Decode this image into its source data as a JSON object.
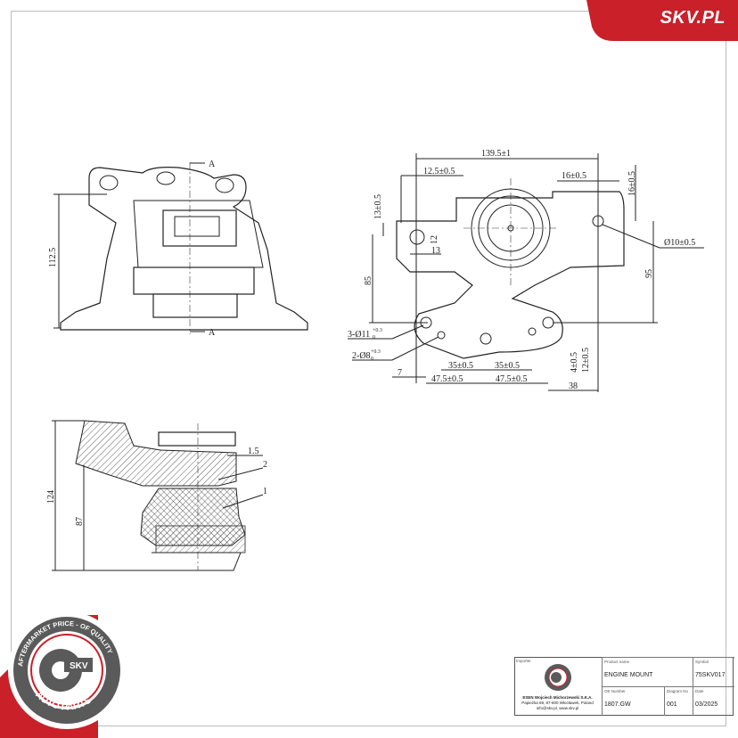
{
  "brand": {
    "site": "SKV.PL",
    "accent": "#d0202a",
    "gray": "#5a5a5a"
  },
  "logo": {
    "ring_top": "AFTERMARKET PRICE - OF QUALITY",
    "ring_bottom": "AUTO PARTS",
    "center": "SKV"
  },
  "front_view": {
    "section_mark": "A",
    "height": "112.5"
  },
  "top_view": {
    "overall_width": "139.5±1",
    "left_offset": "12.5±0.5",
    "right_offset": "16±0.5",
    "right_vertical": "16±0.5",
    "left_vertical": "13±0.5",
    "slot_height": "12",
    "slot_width": "13",
    "hole_dia": "Ø10±0.5",
    "height_85": "85",
    "height_95": "95",
    "holes_11": "3-Ø11",
    "holes_11_tol": "+0.3",
    "holes_11_tol_low": "0",
    "holes_8": "2-Ø8",
    "holes_8_tol": "+0.3",
    "holes_8_tol_low": "0",
    "offset_7": "7",
    "pitch_35_left": "35±0.5",
    "pitch_35_right": "35±0.5",
    "pitch_47_left": "47.5±0.5",
    "pitch_47_right": "47.5±0.5",
    "offset_38": "38",
    "vert_4": "4±0.5",
    "vert_12": "12±0.5"
  },
  "section_view": {
    "height_124": "124",
    "height_87": "87",
    "gap": "1.5",
    "callout_1": "1",
    "callout_2": "2"
  },
  "title_block": {
    "importer_label": "Importer",
    "importer_name": "ESEN Wojciech Michorzewski S.K.A.",
    "importer_address": "Papieżka 69, 87-800 Włocławek, Poland",
    "importer_contact": "info@skv.pl, www.skv.pl",
    "product_name_label": "Product name",
    "product_name": "ENGINE MOUNT",
    "symbol_label": "Symbol",
    "symbol": "75SKV017",
    "oe_label": "OE Number",
    "oe_number": "1807.GW",
    "diagram_label": "Diagram No",
    "diagram_no": "001",
    "date_label": "Date",
    "date": "03/2025"
  }
}
